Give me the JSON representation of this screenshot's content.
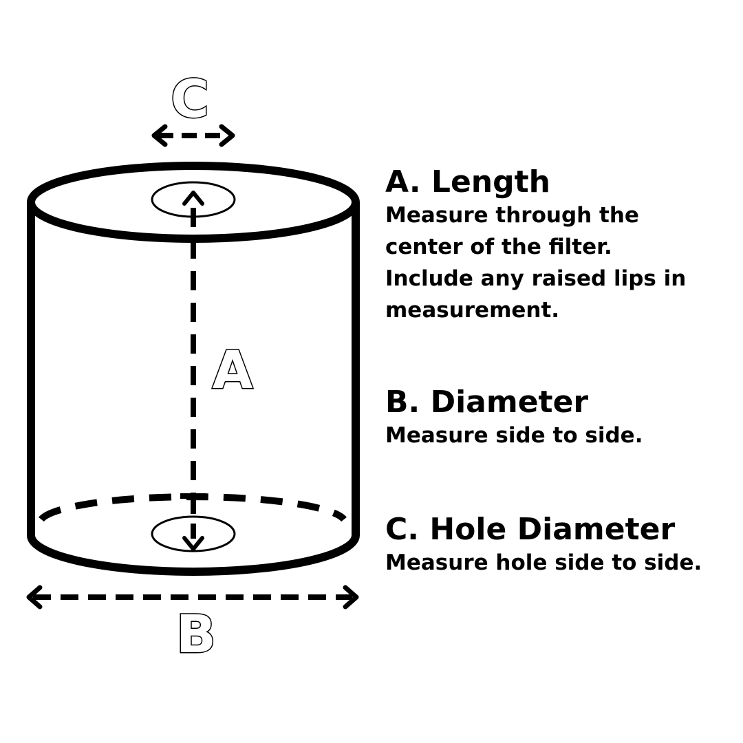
{
  "diagram": {
    "labels": {
      "a": "A",
      "b": "B",
      "c": "C"
    }
  },
  "legend": [
    {
      "title": "A. Length",
      "description": "Measure through the\ncenter of the filter.\nInclude any raised lips in\nmeasurement."
    },
    {
      "title": "B. Diameter",
      "description": "Measure side to side."
    },
    {
      "title": "C. Hole Diameter",
      "description": "Measure hole side to side."
    }
  ]
}
